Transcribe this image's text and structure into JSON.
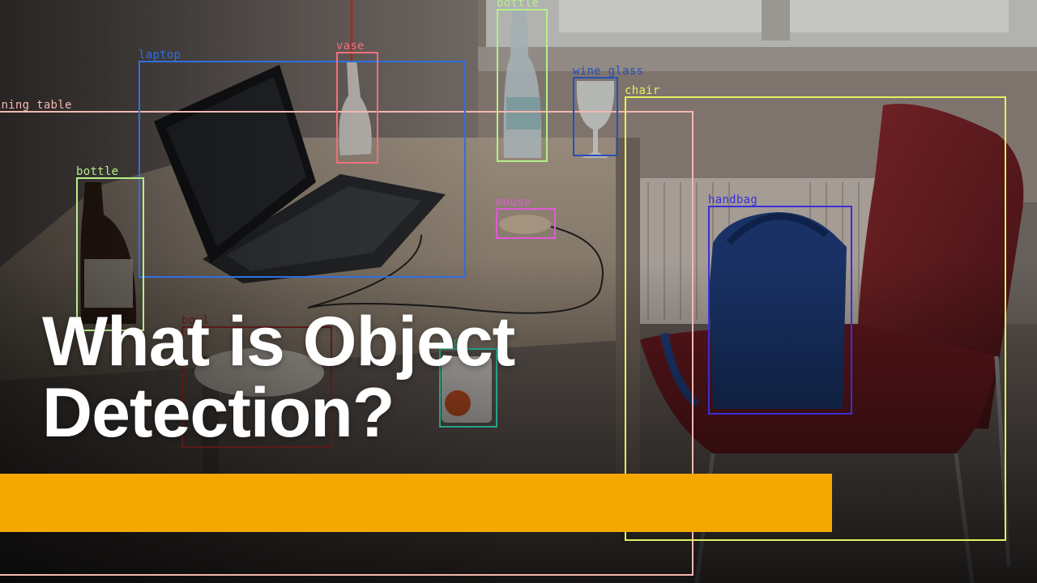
{
  "headline": {
    "line1": "What is Object",
    "line2": "Detection?"
  },
  "detections": [
    {
      "id": "dining-table",
      "label": "dining table",
      "color": "#f2b8b0"
    },
    {
      "id": "laptop",
      "label": "laptop",
      "color": "#2f6fe0"
    },
    {
      "id": "vase",
      "label": "vase",
      "color": "#f0707c"
    },
    {
      "id": "bottle-window",
      "label": "bottle",
      "color": "#b4f08a"
    },
    {
      "id": "wine-glass",
      "label": "wine glass",
      "color": "#2650b8"
    },
    {
      "id": "chair",
      "label": "chair",
      "color": "#e6f060"
    },
    {
      "id": "bottle-left",
      "label": "bottle",
      "color": "#b4f08a"
    },
    {
      "id": "mouse",
      "label": "mouse",
      "color": "#e05ad8"
    },
    {
      "id": "handbag",
      "label": "handbag",
      "color": "#3a2fd8"
    },
    {
      "id": "bowl",
      "label": "bowl",
      "color": "#5a1a1a"
    },
    {
      "id": "cup",
      "label": "cup",
      "color": "#2aa088"
    }
  ],
  "colors": {
    "accent_bar": "#f5a800",
    "headline_text": "#ffffff"
  }
}
